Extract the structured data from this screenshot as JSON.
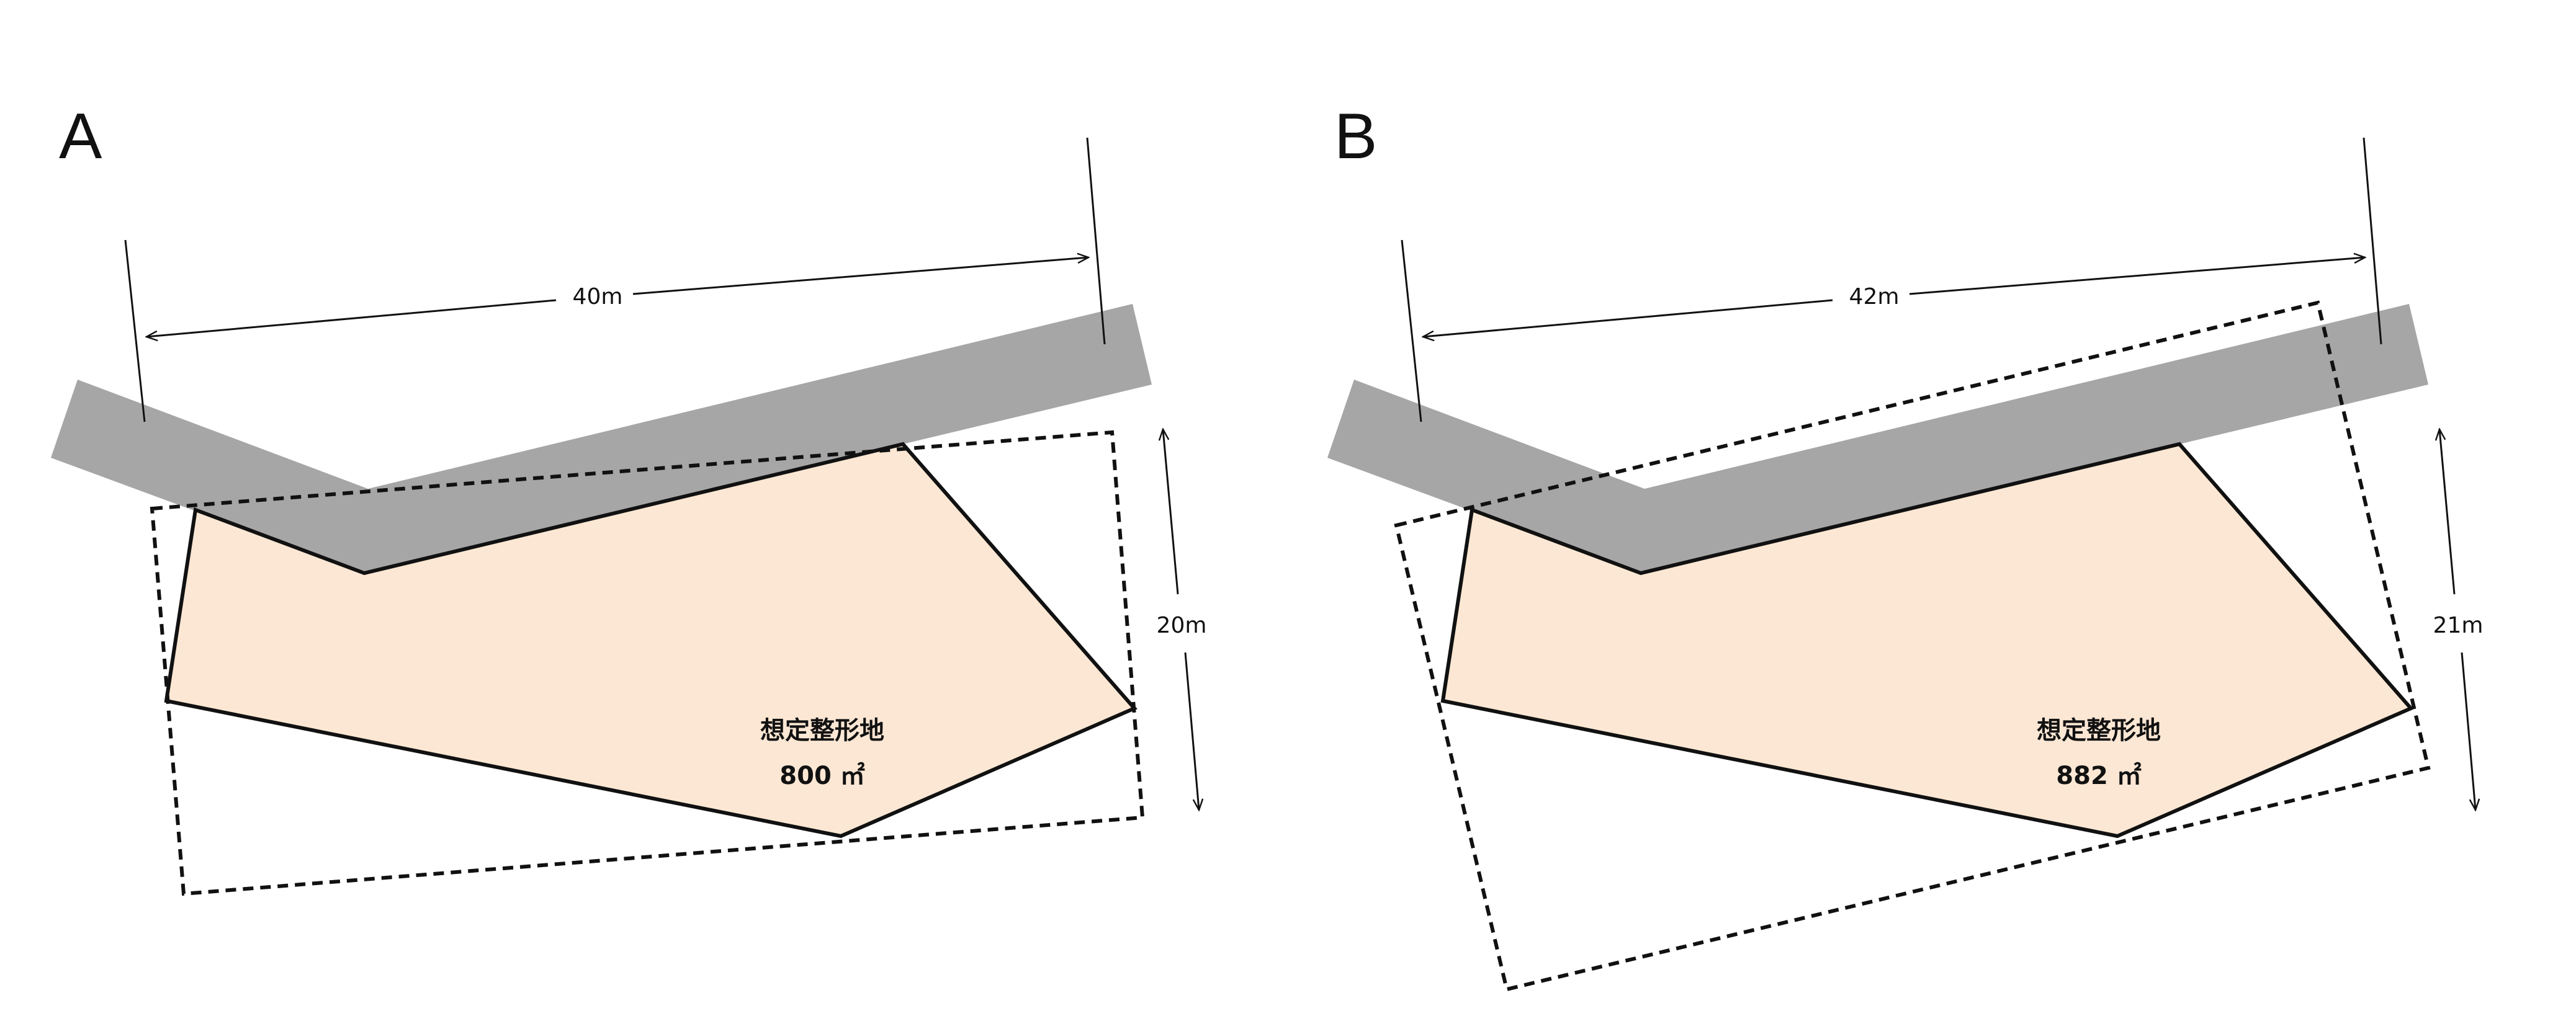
{
  "colors": {
    "road": "#a6a6a6",
    "site_fill": "#fbe5d0",
    "outline": "#111111",
    "background": "#ffffff"
  },
  "panels": [
    {
      "id": "A",
      "letter": "A",
      "width_dimension": "40m",
      "depth_dimension": "20m",
      "area_title": "想定整形地",
      "area_value": "800 ㎡"
    },
    {
      "id": "B",
      "letter": "B",
      "width_dimension": "42m",
      "depth_dimension": "21m",
      "area_title": "想定整形地",
      "area_value": "882 ㎡"
    }
  ]
}
